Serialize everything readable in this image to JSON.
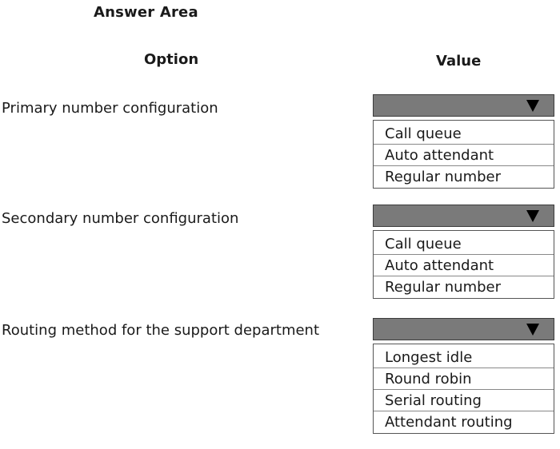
{
  "header": {
    "title": "Answer Area",
    "option_col": "Option",
    "value_col": "Value"
  },
  "rows": [
    {
      "label": "Primary number configuration",
      "options": [
        "Call queue",
        "Auto attendant",
        "Regular number"
      ]
    },
    {
      "label": "Secondary number configuration",
      "options": [
        "Call queue",
        "Auto attendant",
        "Regular number"
      ]
    },
    {
      "label": "Routing method for the support department",
      "options": [
        "Longest idle",
        "Round robin",
        "Serial routing",
        "Attendant routing"
      ]
    }
  ],
  "colors": {
    "dropdown_header": "#7a7a7a",
    "arrow": "#000000"
  },
  "icons": {
    "dropdown_arrow": "triangle-down-icon"
  }
}
